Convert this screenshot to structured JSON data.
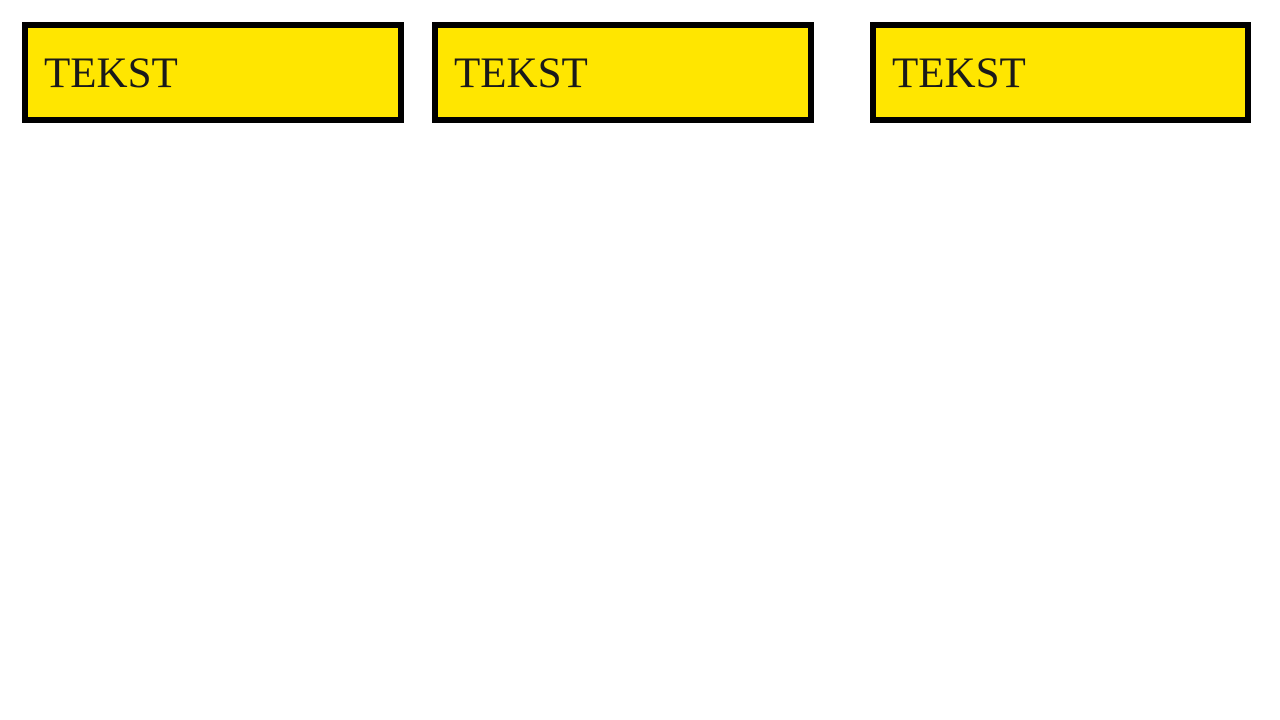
{
  "boxes": [
    {
      "label": "TEKST"
    },
    {
      "label": "TEKST"
    },
    {
      "label": "TEKST"
    }
  ],
  "colors": {
    "box_fill": "#ffe600",
    "box_border": "#000000",
    "text": "#1a1a1a",
    "background": "#ffffff"
  }
}
